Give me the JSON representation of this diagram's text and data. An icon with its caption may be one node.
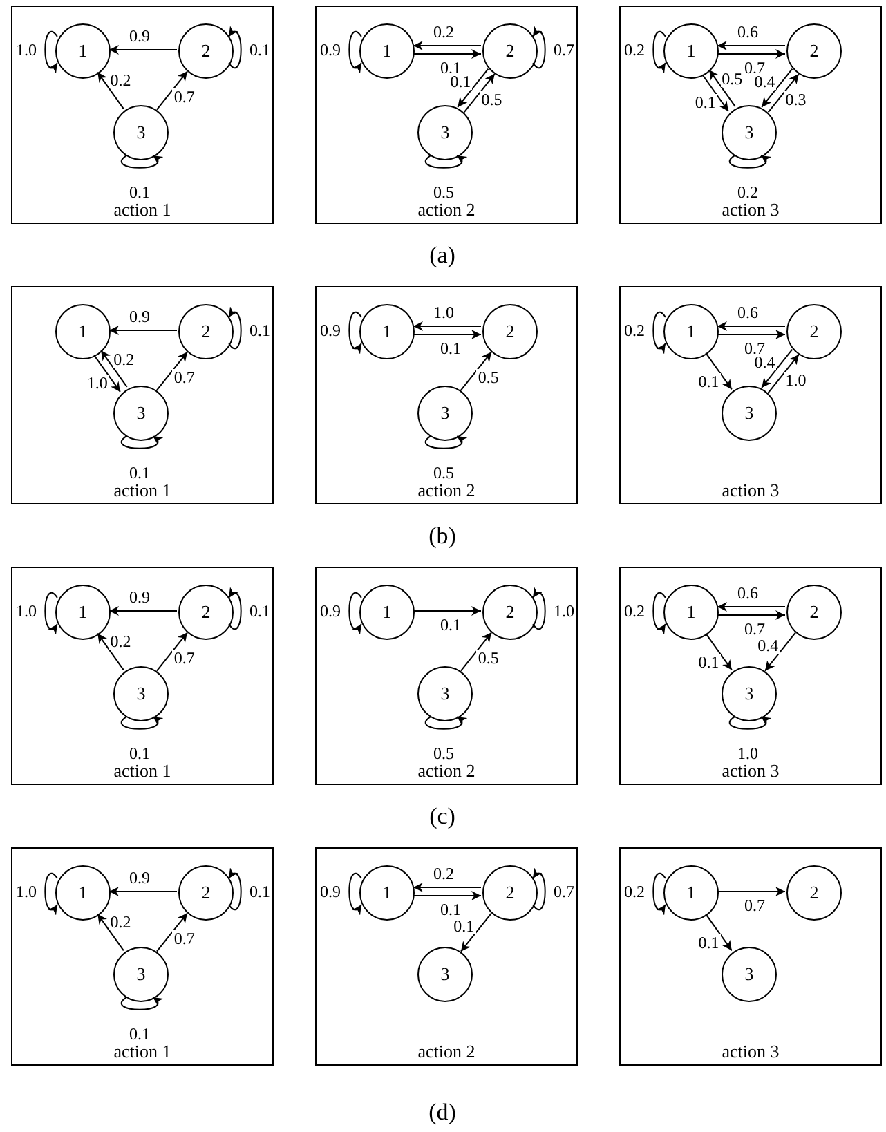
{
  "diagram": {
    "nodes": [
      {
        "text": [
          "action 1"
        ]
      },
      {
        "text": [
          "1"
        ],
        "in": 0
      },
      {
        "text": [
          "2"
        ],
        "in": 0
      },
      {
        "text": [
          "3"
        ],
        "in": 0
      },
      {
        "text": [
          "action 2"
        ]
      },
      {
        "text": [
          "1"
        ],
        "in": 4
      },
      {
        "text": [
          "2"
        ],
        "in": 4
      },
      {
        "text": [
          "3"
        ],
        "in": 4
      },
      {
        "text": [
          "action 3"
        ]
      },
      {
        "text": [
          "1"
        ],
        "in": 8
      },
      {
        "text": [
          "2"
        ],
        "in": 8
      },
      {
        "text": [
          "3"
        ],
        "in": 8
      },
      {
        "text": [
          "action 1"
        ]
      },
      {
        "text": [
          "1"
        ],
        "in": 12
      },
      {
        "text": [
          "2"
        ],
        "in": 12
      },
      {
        "text": [
          "3"
        ],
        "in": 12
      },
      {
        "text": [
          "action 2"
        ]
      },
      {
        "text": [
          "1"
        ],
        "in": 16
      },
      {
        "text": [
          "2"
        ],
        "in": 16
      },
      {
        "text": [
          "3"
        ],
        "in": 16
      },
      {
        "text": [
          "action 3"
        ]
      },
      {
        "text": [
          "1"
        ],
        "in": 20
      },
      {
        "text": [
          "2"
        ],
        "in": 20
      },
      {
        "text": [
          "3"
        ],
        "in": 20
      },
      {
        "text": [
          "action 1"
        ]
      },
      {
        "text": [
          "1"
        ],
        "in": 24
      },
      {
        "text": [
          "2"
        ],
        "in": 24
      },
      {
        "text": [
          "3"
        ],
        "in": 24
      },
      {
        "text": [
          "action 2"
        ]
      },
      {
        "text": [
          "1"
        ],
        "in": 28
      },
      {
        "text": [
          "2"
        ],
        "in": 28
      },
      {
        "text": [
          "3"
        ],
        "in": 28
      },
      {
        "text": [
          "action 3"
        ]
      },
      {
        "text": [
          "1"
        ],
        "in": 32
      },
      {
        "text": [
          "2"
        ],
        "in": 32
      },
      {
        "text": [
          "3"
        ],
        "in": 32
      },
      {
        "text": [
          "action 1"
        ]
      },
      {
        "text": [
          "1"
        ],
        "in": 36
      },
      {
        "text": [
          "2"
        ],
        "in": 36
      },
      {
        "text": [
          "3"
        ],
        "in": 36
      },
      {
        "text": [
          "action 2"
        ]
      },
      {
        "text": [
          "1"
        ],
        "in": 40
      },
      {
        "text": [
          "2"
        ],
        "in": 40
      },
      {
        "text": [
          "3"
        ],
        "in": 40
      },
      {
        "text": [
          "action 3"
        ]
      },
      {
        "text": [
          "1"
        ],
        "in": 44
      },
      {
        "text": [
          "2"
        ],
        "in": 44
      },
      {
        "text": [
          "3"
        ],
        "in": 44
      }
    ],
    "edges": [
      {
        "from": 1,
        "to": 1,
        "arrow": "to",
        "label": "1.0"
      },
      {
        "from": 2,
        "to": 1,
        "arrow": "to",
        "label": "0.9"
      },
      {
        "from": 2,
        "to": 2,
        "arrow": "to",
        "label": "0.1"
      },
      {
        "from": 3,
        "to": 1,
        "arrow": "to",
        "label": "0.2"
      },
      {
        "from": 3,
        "to": 2,
        "arrow": "to",
        "label": "0.7"
      },
      {
        "from": 3,
        "to": 3,
        "arrow": "to",
        "label": "0.1"
      },
      {
        "from": 5,
        "to": 5,
        "arrow": "to",
        "label": "0.9"
      },
      {
        "from": 6,
        "to": 5,
        "arrow": "to",
        "label": "0.2"
      },
      {
        "from": 5,
        "to": 6,
        "arrow": "to",
        "label": "0.1"
      },
      {
        "from": 6,
        "to": 6,
        "arrow": "to",
        "label": "0.7"
      },
      {
        "from": 6,
        "to": 7,
        "arrow": "to",
        "label": "0.1"
      },
      {
        "from": 7,
        "to": 6,
        "arrow": "to",
        "label": "0.5"
      },
      {
        "from": 7,
        "to": 7,
        "arrow": "to",
        "label": "0.5"
      },
      {
        "from": 9,
        "to": 9,
        "arrow": "to",
        "label": "0.2"
      },
      {
        "from": 10,
        "to": 9,
        "arrow": "to",
        "label": "0.6"
      },
      {
        "from": 9,
        "to": 10,
        "arrow": "to",
        "label": "0.7"
      },
      {
        "from": 9,
        "to": 11,
        "arrow": "to",
        "label": "0.1"
      },
      {
        "from": 11,
        "to": 9,
        "arrow": "to",
        "label": "0.5"
      },
      {
        "from": 10,
        "to": 11,
        "arrow": "to",
        "label": "0.4"
      },
      {
        "from": 11,
        "to": 10,
        "arrow": "to",
        "label": "0.3"
      },
      {
        "from": 11,
        "to": 11,
        "arrow": "to",
        "label": "0.2"
      },
      {
        "from": 14,
        "to": 13,
        "arrow": "to",
        "label": "0.9"
      },
      {
        "from": 14,
        "to": 14,
        "arrow": "to",
        "label": "0.1"
      },
      {
        "from": 13,
        "to": 15,
        "arrow": "to",
        "label": "1.0"
      },
      {
        "from": 15,
        "to": 13,
        "arrow": "to",
        "label": "0.2"
      },
      {
        "from": 15,
        "to": 14,
        "arrow": "to",
        "label": "0.7"
      },
      {
        "from": 15,
        "to": 15,
        "arrow": "to",
        "label": "0.1"
      },
      {
        "from": 17,
        "to": 17,
        "arrow": "to",
        "label": "0.9"
      },
      {
        "from": 18,
        "to": 17,
        "arrow": "to",
        "label": "1.0"
      },
      {
        "from": 17,
        "to": 18,
        "arrow": "to",
        "label": "0.1"
      },
      {
        "from": 19,
        "to": 18,
        "arrow": "to",
        "label": "0.5"
      },
      {
        "from": 19,
        "to": 19,
        "arrow": "to",
        "label": "0.5"
      },
      {
        "from": 21,
        "to": 21,
        "arrow": "to",
        "label": "0.2"
      },
      {
        "from": 22,
        "to": 21,
        "arrow": "to",
        "label": "0.6"
      },
      {
        "from": 21,
        "to": 22,
        "arrow": "to",
        "label": "0.7"
      },
      {
        "from": 21,
        "to": 23,
        "arrow": "to",
        "label": "0.1"
      },
      {
        "from": 22,
        "to": 23,
        "arrow": "to",
        "label": "0.4"
      },
      {
        "from": 23,
        "to": 22,
        "arrow": "to",
        "label": "1.0"
      },
      {
        "from": 25,
        "to": 25,
        "arrow": "to",
        "label": "1.0"
      },
      {
        "from": 26,
        "to": 25,
        "arrow": "to",
        "label": "0.9"
      },
      {
        "from": 26,
        "to": 26,
        "arrow": "to",
        "label": "0.1"
      },
      {
        "from": 27,
        "to": 25,
        "arrow": "to",
        "label": "0.2"
      },
      {
        "from": 27,
        "to": 26,
        "arrow": "to",
        "label": "0.7"
      },
      {
        "from": 27,
        "to": 27,
        "arrow": "to",
        "label": "0.1"
      },
      {
        "from": 29,
        "to": 29,
        "arrow": "to",
        "label": "0.9"
      },
      {
        "from": 29,
        "to": 30,
        "arrow": "to",
        "label": "0.1"
      },
      {
        "from": 30,
        "to": 30,
        "arrow": "to",
        "label": "1.0"
      },
      {
        "from": 31,
        "to": 30,
        "arrow": "to",
        "label": "0.5"
      },
      {
        "from": 31,
        "to": 31,
        "arrow": "to",
        "label": "0.5"
      },
      {
        "from": 33,
        "to": 33,
        "arrow": "to",
        "label": "0.2"
      },
      {
        "from": 34,
        "to": 33,
        "arrow": "to",
        "label": "0.6"
      },
      {
        "from": 33,
        "to": 34,
        "arrow": "to",
        "label": "0.7"
      },
      {
        "from": 33,
        "to": 35,
        "arrow": "to",
        "label": "0.1"
      },
      {
        "from": 34,
        "to": 35,
        "arrow": "to",
        "label": "0.4"
      },
      {
        "from": 35,
        "to": 35,
        "arrow": "to",
        "label": "1.0"
      },
      {
        "from": 37,
        "to": 37,
        "arrow": "to",
        "label": "1.0"
      },
      {
        "from": 38,
        "to": 37,
        "arrow": "to",
        "label": "0.9"
      },
      {
        "from": 38,
        "to": 38,
        "arrow": "to",
        "label": "0.1"
      },
      {
        "from": 39,
        "to": 37,
        "arrow": "to",
        "label": "0.2"
      },
      {
        "from": 39,
        "to": 38,
        "arrow": "to",
        "label": "0.7"
      },
      {
        "from": 39,
        "to": 39,
        "arrow": "to",
        "label": "0.1"
      },
      {
        "from": 41,
        "to": 41,
        "arrow": "to",
        "label": "0.9"
      },
      {
        "from": 42,
        "to": 41,
        "arrow": "to",
        "label": "0.2"
      },
      {
        "from": 41,
        "to": 42,
        "arrow": "to",
        "label": "0.1"
      },
      {
        "from": 42,
        "to": 42,
        "arrow": "to",
        "label": "0.7"
      },
      {
        "from": 42,
        "to": 43,
        "arrow": "to",
        "label": "0.1"
      },
      {
        "from": 45,
        "to": 45,
        "arrow": "to",
        "label": "0.2"
      },
      {
        "from": 45,
        "to": 46,
        "arrow": "to",
        "label": "0.7"
      },
      {
        "from": 45,
        "to": 47,
        "arrow": "to",
        "label": "0.1"
      }
    ],
    "labels": [
      "(a)",
      "(b)",
      "(c)",
      "(d)"
    ]
  }
}
